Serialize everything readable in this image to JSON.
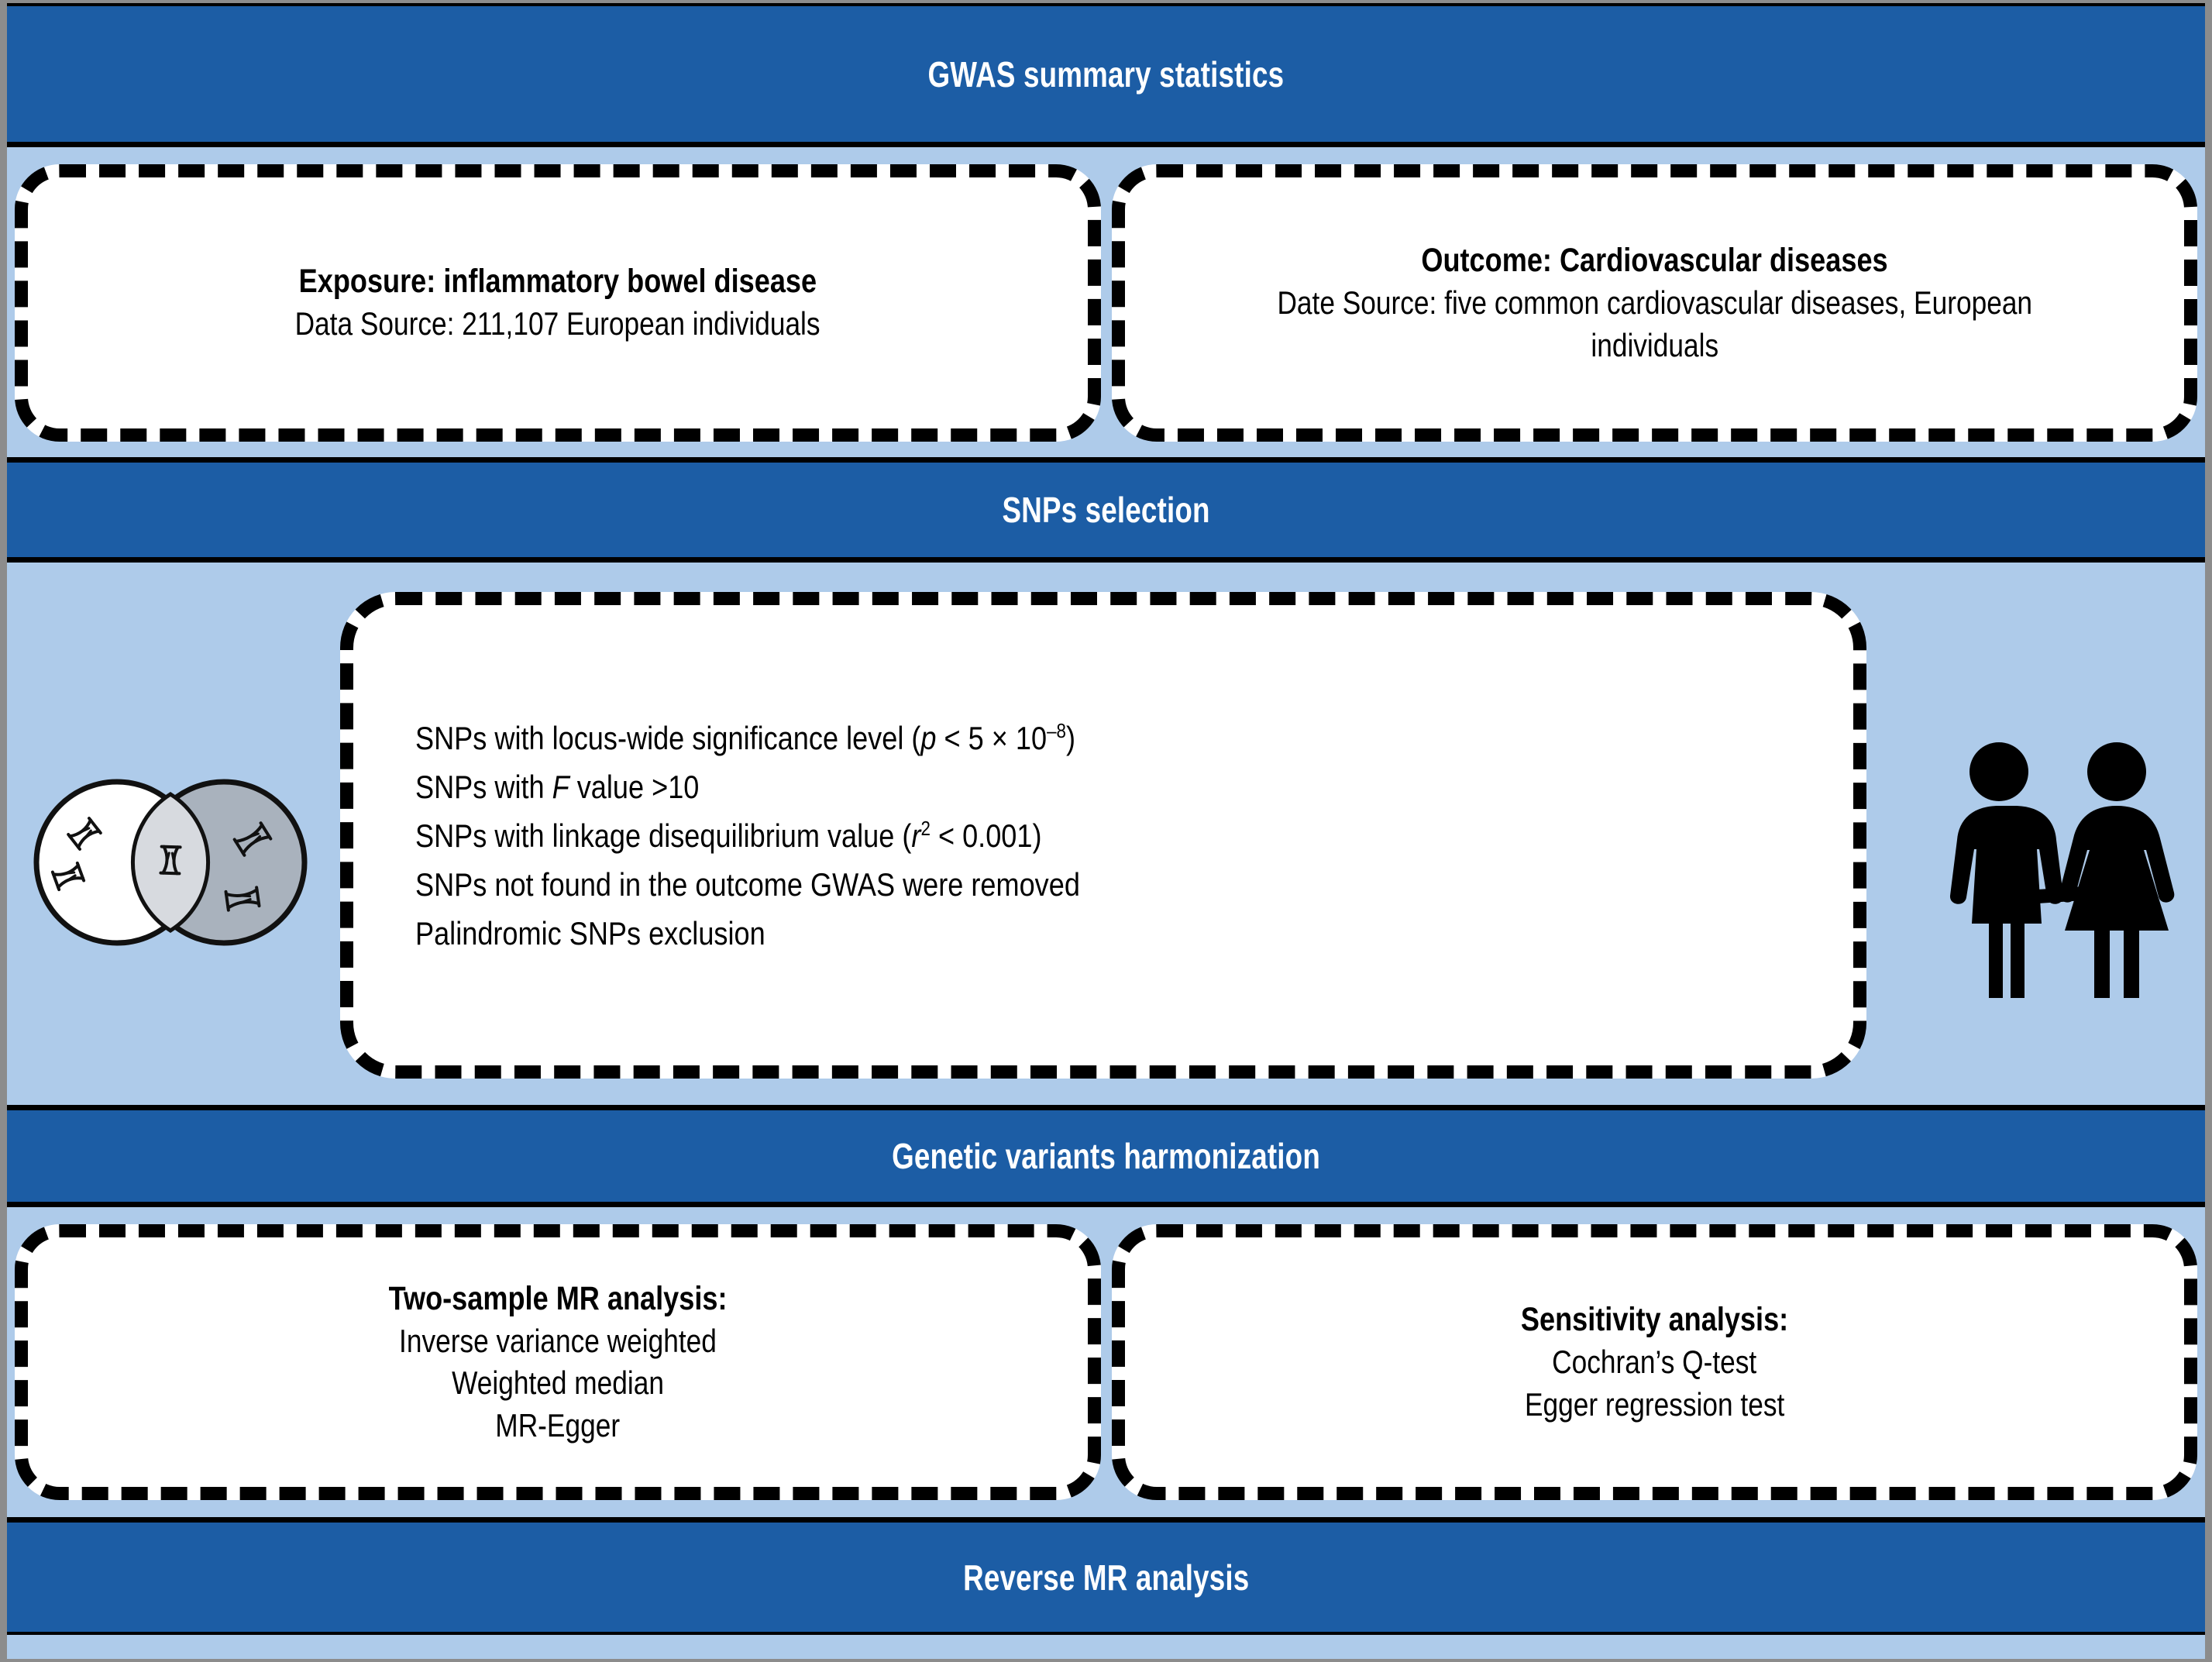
{
  "figure": {
    "type": "mendelian-randomization-study-flowchart",
    "background_color": "#aecbea",
    "band_color": "#1c5da5",
    "band_text_color": "#ffffff",
    "card_border_color": "#000000",
    "card_background": "#ffffff"
  },
  "bands": {
    "gwas": "GWAS summary statistics",
    "snps_selection": "SNPs selection",
    "harmonization": "Genetic variants harmonization",
    "reverse": "Reverse MR analysis"
  },
  "exposure_card": {
    "title": "Exposure: inflammatory bowel disease",
    "line1": "Data Source: 211,107 European individuals"
  },
  "outcome_card": {
    "title": "Outcome: Cardiovascular diseases",
    "line1": "Date Source: five common cardiovascular diseases, European individuals"
  },
  "snps_card": {
    "criteria": [
      "SNPs with locus-wide significance level (p < 5 × 10–8)",
      "SNPs with F value >10",
      "SNPs with linkage disequilibrium value (r2 < 0.001)",
      "SNPs not found in the outcome GWAS were removed",
      "Palindromic SNPs exclusion"
    ],
    "criteria_parts": [
      {
        "pre": "SNPs with locus-wide significance level (",
        "italic": "p",
        "mid": " < 5 × 10",
        "sup": "–8",
        "post": ")"
      },
      {
        "pre": "SNPs with ",
        "italic": "F",
        "mid": " value >10",
        "sup": "",
        "post": ""
      },
      {
        "pre": "SNPs with linkage disequilibrium value (",
        "italic": "r",
        "mid": "",
        "sup": "2",
        "post": " < 0.001)"
      },
      {
        "pre": "SNPs not found in the outcome GWAS were removed",
        "italic": "",
        "mid": "",
        "sup": "",
        "post": ""
      },
      {
        "pre": "Palindromic SNPs exclusion",
        "italic": "",
        "mid": "",
        "sup": "",
        "post": ""
      }
    ]
  },
  "venn": {
    "left_circle_fill": "#ffffff",
    "right_circle_fill": "#a9b0bb",
    "overlap_fill": "#d7dadf",
    "dna_glyph_count": 4
  },
  "people": {
    "figures": [
      "male-pictogram",
      "female-pictogram"
    ],
    "color": "#000000"
  },
  "mr_card": {
    "title": "Two-sample MR analysis:",
    "methods": [
      "Inverse variance weighted",
      "Weighted median",
      "MR-Egger"
    ]
  },
  "sensitivity_card": {
    "title": "Sensitivity analysis:",
    "tests": [
      "Cochran’s Q-test",
      "Egger regression test"
    ]
  }
}
